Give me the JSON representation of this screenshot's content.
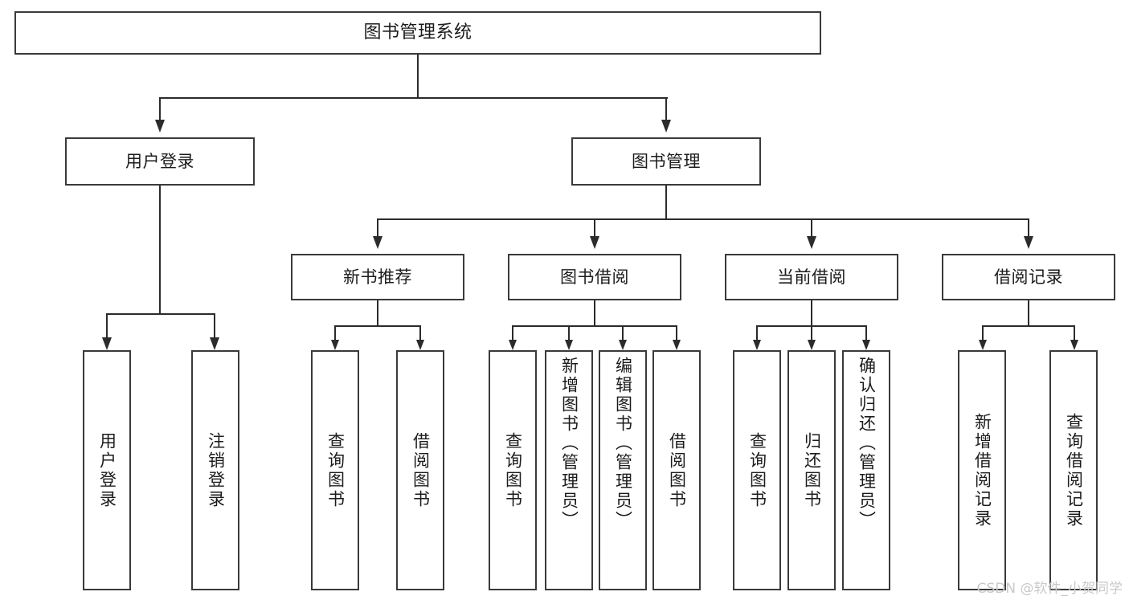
{
  "diagram": {
    "title": "图书管理系统",
    "type": "tree",
    "root": {
      "label": "图书管理系统"
    },
    "level2": [
      {
        "label": "用户登录"
      },
      {
        "label": "图书管理"
      }
    ],
    "level3": [
      {
        "label": "新书推荐"
      },
      {
        "label": "图书借阅"
      },
      {
        "label": "当前借阅"
      },
      {
        "label": "借阅记录"
      }
    ],
    "leaves": {
      "user_login": [
        {
          "label": "用户登录"
        },
        {
          "label": "注销登录"
        }
      ],
      "new_book_recommend": [
        {
          "label": "查询图书"
        },
        {
          "label": "借阅图书"
        }
      ],
      "book_borrow": [
        {
          "label": "查询图书"
        },
        {
          "label": "新增图书（管理员）"
        },
        {
          "label": "编辑图书（管理员）"
        },
        {
          "label": "借阅图书"
        }
      ],
      "current_borrow": [
        {
          "label": "查询图书"
        },
        {
          "label": "归还图书"
        },
        {
          "label": "确认归还（管理员）"
        }
      ],
      "borrow_record": [
        {
          "label": "新增借阅记录"
        },
        {
          "label": "查询借阅记录"
        }
      ]
    }
  },
  "watermark": {
    "text": "CSDN @软件_小贺同学"
  },
  "colors": {
    "box_border": "#3a3a3a",
    "connector": "#2b2b2b",
    "background": "#ffffff",
    "text": "#1c1c1c",
    "watermark": "#c9c9c9"
  }
}
